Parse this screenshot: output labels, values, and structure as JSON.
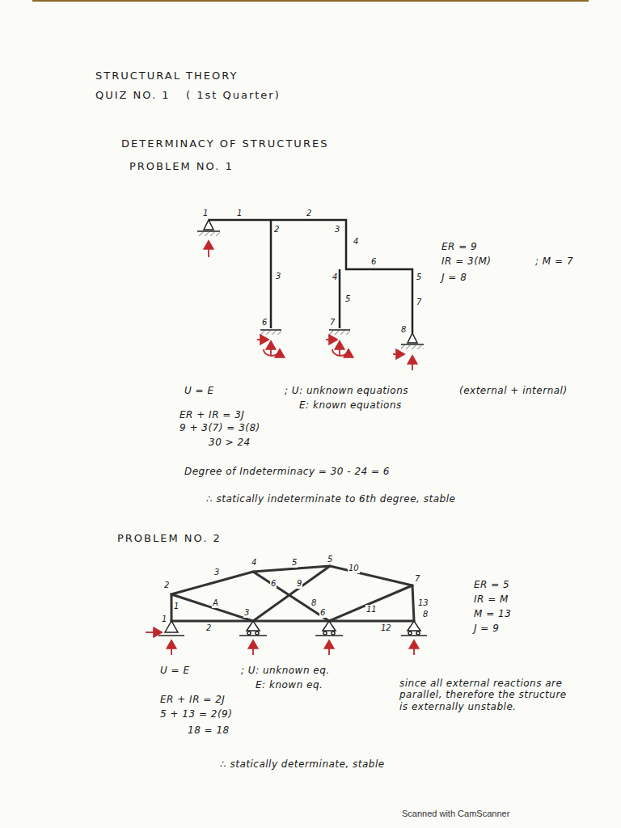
{
  "diagram": {
    "title": "STRUCTURAL THEORY",
    "labels": [
      "QUIZ NO. 1",
      "( 1st Quarter)",
      "DETERMINACY OF STRUCTURES",
      "PROBLEM NO. 1",
      "1",
      "1",
      "2",
      "2",
      "3",
      "3",
      "4",
      "4",
      "6",
      "5",
      "5",
      "7",
      "6",
      "7",
      "8",
      "ER = 9",
      "IR = 3(M)",
      "; M = 7",
      "J = 8",
      "U = E",
      "; U: unknown equations",
      "(external + internal)",
      "E: known equations",
      "ER + IR = 3J",
      "9 + 3(7) = 3(8)",
      "30 > 24",
      "Degree of Indeterminacy = 30 - 24 = 6",
      "∴ statically indeterminate to 6th degree, stable",
      "PROBLEM NO. 2",
      "1",
      "2",
      "4",
      "5",
      "3",
      "6",
      "7",
      "8",
      "1",
      "2",
      "3",
      "A",
      "5",
      "6",
      "9",
      "8",
      "10",
      "11",
      "12",
      "13",
      "ER = 5",
      "IR = M",
      "M = 13",
      "J = 9",
      "U = E",
      "; U: unknown eq.",
      "E: known eq.",
      "ER + IR = 2J",
      "5 + 13 = 2(9)",
      "18 = 18",
      "since all external reactions are parallel, therefore the structure is externally unstable.",
      "∴ statically determinate, stable",
      "Scanned with CamScanner"
    ]
  }
}
